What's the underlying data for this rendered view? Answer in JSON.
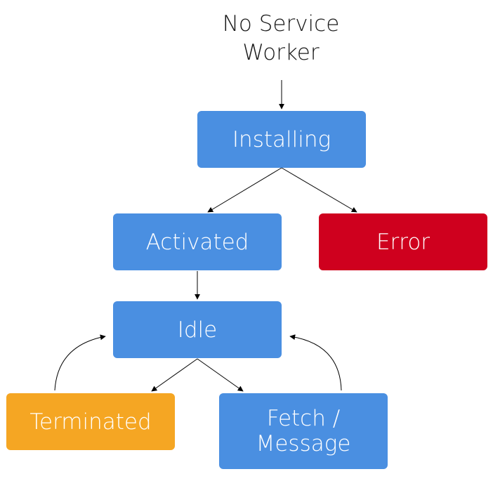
{
  "diagram": {
    "start": {
      "label": "No Service\nWorker"
    },
    "nodes": {
      "installing": {
        "label": "Installing"
      },
      "activated": {
        "label": "Activated"
      },
      "error": {
        "label": "Error"
      },
      "idle": {
        "label": "Idle"
      },
      "terminated": {
        "label": "Terminated"
      },
      "fetch_message": {
        "label": "Fetch /\nMessage"
      }
    },
    "edges": [
      {
        "from": "start",
        "to": "installing"
      },
      {
        "from": "installing",
        "to": "activated"
      },
      {
        "from": "installing",
        "to": "error"
      },
      {
        "from": "activated",
        "to": "idle"
      },
      {
        "from": "idle",
        "to": "terminated"
      },
      {
        "from": "idle",
        "to": "fetch_message"
      },
      {
        "from": "terminated",
        "to": "idle"
      },
      {
        "from": "fetch_message",
        "to": "idle"
      }
    ],
    "colors": {
      "state": "#4a8fe1",
      "error": "#cf001e",
      "terminated": "#f5a623",
      "edge": "#000000"
    }
  }
}
